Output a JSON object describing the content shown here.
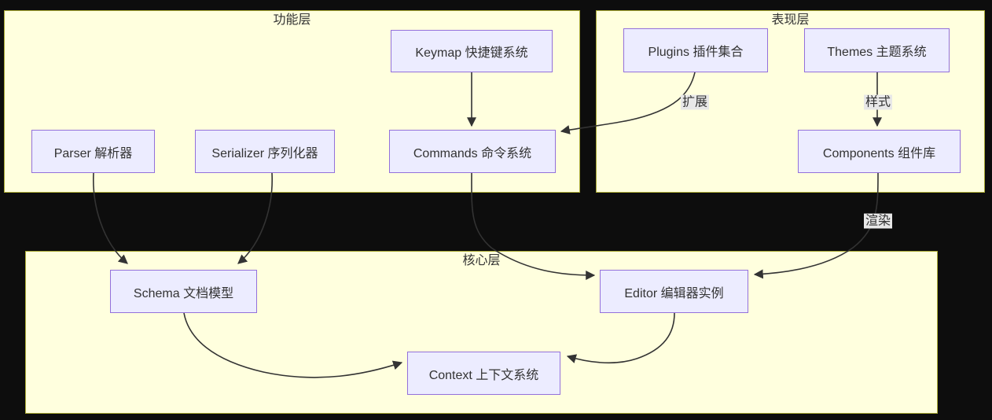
{
  "diagram": {
    "clusters": [
      {
        "label": "功能层"
      },
      {
        "label": "表现层"
      },
      {
        "label": "核心层"
      }
    ],
    "nodes": [
      {
        "label": "Keymap 快捷键系统"
      },
      {
        "label": "Parser 解析器"
      },
      {
        "label": "Serializer 序列化器"
      },
      {
        "label": "Commands 命令系统"
      },
      {
        "label": "Plugins 插件集合"
      },
      {
        "label": "Themes 主题系统"
      },
      {
        "label": "Components 组件库"
      },
      {
        "label": "Schema 文档模型"
      },
      {
        "label": "Editor 编辑器实例"
      },
      {
        "label": "Context 上下文系统"
      }
    ],
    "edge_labels": [
      {
        "label": "扩展"
      },
      {
        "label": "样式"
      },
      {
        "label": "渲染"
      }
    ],
    "colors": {
      "background": "#0d0d0d",
      "cluster_fill": "#ffffde",
      "cluster_border": "#aaaa33",
      "node_fill": "#ececff",
      "node_border": "#9370db",
      "edge_stroke": "#333333",
      "edge_label_bg": "#e8e8e8",
      "text": "#333333"
    }
  }
}
